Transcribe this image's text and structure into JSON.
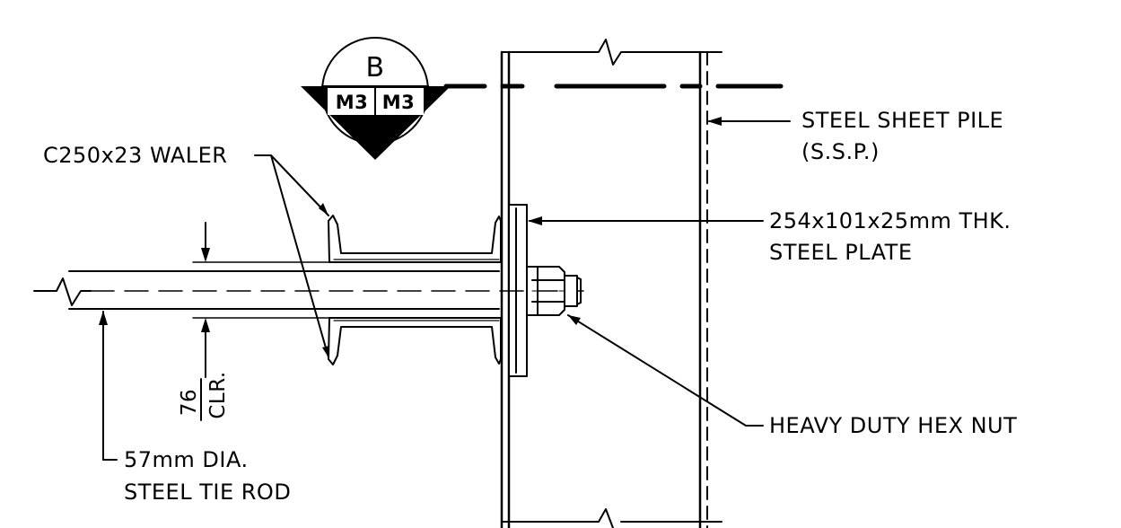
{
  "section_marker": {
    "letter": "B",
    "left_sheet": "M3",
    "right_sheet": "M3"
  },
  "labels": {
    "waler": "C250x23 WALER",
    "sheet_pile_line1": "STEEL SHEET PILE",
    "sheet_pile_line2": "(S.S.P.)",
    "plate_line1": "254x101x25mm THK.",
    "plate_line2": "STEEL PLATE",
    "nut": "HEAVY DUTY HEX NUT",
    "rod_line1": "57mm DIA.",
    "rod_line2": "STEEL TIE ROD"
  },
  "dimension": {
    "value": "76",
    "note": "CLR."
  },
  "colors": {
    "line": "#000000",
    "background": "#ffffff"
  }
}
